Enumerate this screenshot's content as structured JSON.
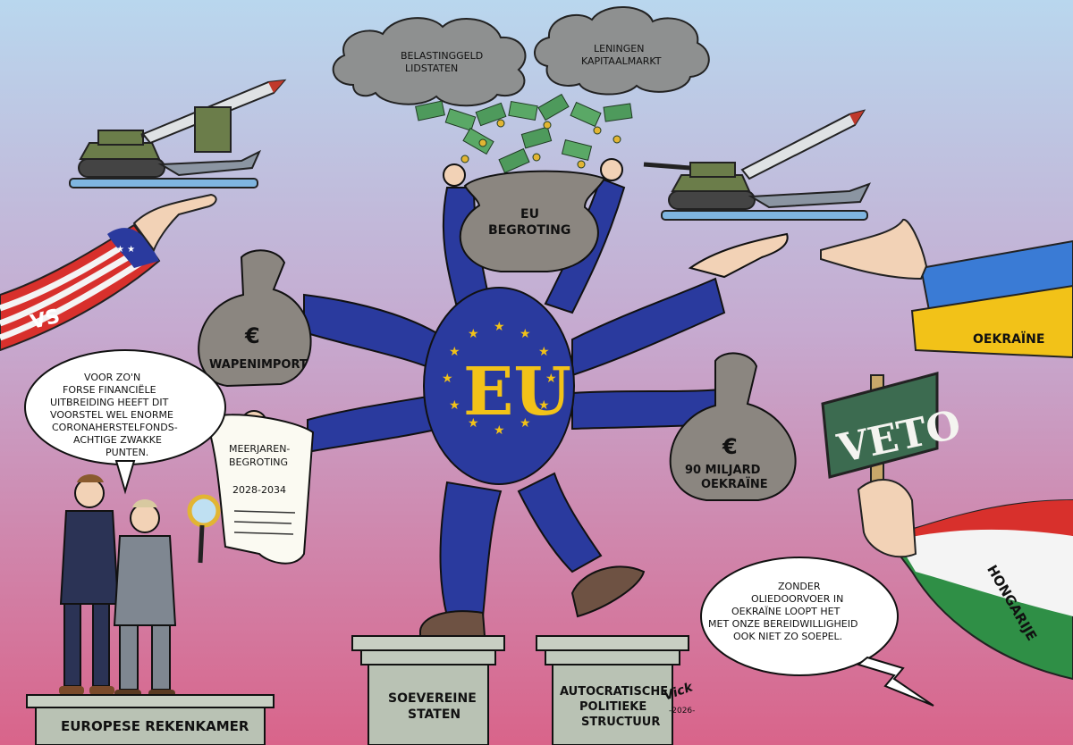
{
  "clouds": {
    "left": "Belastinggeld Lidstaten",
    "left_l1": "Belastinggeld",
    "left_l2": "Lidstaten",
    "right_l1": "Leningen",
    "right_l2": "Kapitaalmarkt"
  },
  "budget_bag": {
    "l1": "EU",
    "l2": "begroting"
  },
  "torso_text": "EU",
  "bag_left": {
    "symbol": "€",
    "label": "Wapenimport"
  },
  "bag_right": {
    "symbol": "€",
    "l1": "90 miljard",
    "l2": "Oekraïne"
  },
  "scroll": {
    "l1": "Meerjaren-",
    "l2": "begroting",
    "l3": "2028-2034"
  },
  "sleeves": {
    "us": "VS",
    "ukraine": "Oekraïne",
    "hungary": "Hongarije"
  },
  "veto_sign": "VETO",
  "speech_left": [
    "Voor zo'n",
    "forse financiële",
    "uitbreiding heeft dit",
    "voorstel wel enorme",
    "coronaherstelfonds-",
    "achtige zwakke",
    "punten."
  ],
  "speech_right": [
    "Zonder",
    "oliedoorvoer in",
    "Oekraïne loopt het",
    "met onze bereidwilligheid",
    "ook niet zo soepel."
  ],
  "pedestals": {
    "left": "Europese Rekenkamer",
    "middle_l1": "Soevereine",
    "middle_l2": "staten",
    "right_l1": "Autocratische",
    "right_l2": "politieke",
    "right_l3": "structuur"
  },
  "signature": {
    "name": "Vick",
    "year": "-2026-"
  },
  "colors": {
    "eu_blue": "#2a3a9e",
    "eu_yellow": "#f2c218",
    "sky_top": "#b9d7ee",
    "sky_bottom": "#d96a8c",
    "money_green": "#4e9a5c",
    "veto_green": "#3c6b50"
  }
}
